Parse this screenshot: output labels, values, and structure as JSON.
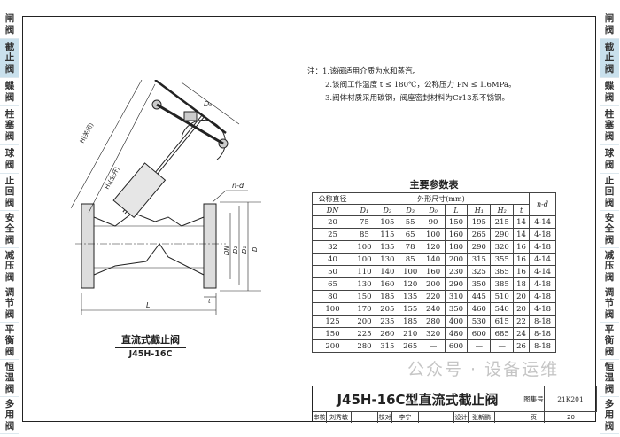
{
  "sidebar": {
    "items": [
      {
        "label": "闸阀"
      },
      {
        "label": "截止阀",
        "active": true
      },
      {
        "label": "蝶阀"
      },
      {
        "label": "柱塞阀"
      },
      {
        "label": "球阀"
      },
      {
        "label": "止回阀"
      },
      {
        "label": "安全阀"
      },
      {
        "label": "减压阀"
      },
      {
        "label": "调节阀"
      },
      {
        "label": "平衡阀"
      },
      {
        "label": "恒温阀"
      },
      {
        "label": "多用阀"
      }
    ]
  },
  "notes": {
    "head": "注：",
    "items": [
      "1.该阀适用介质为水和蒸汽。",
      "2.该阀工作温度 t ≤ 180℃，公称压力 PN ≤ 1.6MPa。",
      "3.阀体材质采用碳钢，阀座密封材料为Cr13系不锈钢。"
    ]
  },
  "drawing": {
    "caption": "直流式截止阀",
    "model": "J45H-16C",
    "labels": {
      "h": "H(关闭)",
      "h1": "H₁(全开)",
      "d0": "D₀",
      "nd": "n-d",
      "dn": "DN",
      "d2": "D₂",
      "d1": "D₁",
      "d3": "D",
      "t": "t",
      "l": "L"
    }
  },
  "table": {
    "title": "主要参数表",
    "h1": "公称直径",
    "h2": "DN",
    "dims": "外形尺寸(mm)",
    "nd": "n-d",
    "cols": [
      "D₁",
      "D₂",
      "D₃",
      "D₀",
      "L",
      "H₁",
      "H₂",
      "t"
    ],
    "rows": [
      [
        "20",
        "75",
        "105",
        "55",
        "90",
        "150",
        "195",
        "215",
        "14",
        "4-14"
      ],
      [
        "25",
        "85",
        "115",
        "65",
        "100",
        "160",
        "265",
        "290",
        "14",
        "4-18"
      ],
      [
        "32",
        "100",
        "135",
        "78",
        "120",
        "180",
        "290",
        "320",
        "16",
        "4-18"
      ],
      [
        "40",
        "100",
        "130",
        "85",
        "140",
        "200",
        "315",
        "355",
        "16",
        "4-14"
      ],
      [
        "50",
        "110",
        "140",
        "100",
        "160",
        "230",
        "325",
        "365",
        "16",
        "4-14"
      ],
      [
        "65",
        "130",
        "160",
        "120",
        "200",
        "290",
        "350",
        "385",
        "18",
        "4-18"
      ],
      [
        "80",
        "150",
        "185",
        "135",
        "220",
        "310",
        "445",
        "510",
        "20",
        "4-18"
      ],
      [
        "100",
        "170",
        "205",
        "155",
        "240",
        "350",
        "460",
        "540",
        "20",
        "4-18"
      ],
      [
        "125",
        "200",
        "235",
        "185",
        "280",
        "400",
        "530",
        "615",
        "22",
        "8-18"
      ],
      [
        "150",
        "225",
        "260",
        "210",
        "320",
        "480",
        "600",
        "685",
        "24",
        "8-18"
      ],
      [
        "200",
        "280",
        "315",
        "265",
        "—",
        "600",
        "—",
        "—",
        "26",
        "8-18"
      ]
    ]
  },
  "titleblock": {
    "title": "J45H-16C型直流式截止阀",
    "atlas_label": "图集号",
    "atlas_no": "21K201",
    "review": "审核",
    "reviewer": "刘秀敏",
    "check": "校对",
    "checker": "李宁",
    "design": "设计",
    "designer": "张新鹏",
    "page_label": "页",
    "page": "20"
  },
  "watermark": "公众号 · 设备运维"
}
